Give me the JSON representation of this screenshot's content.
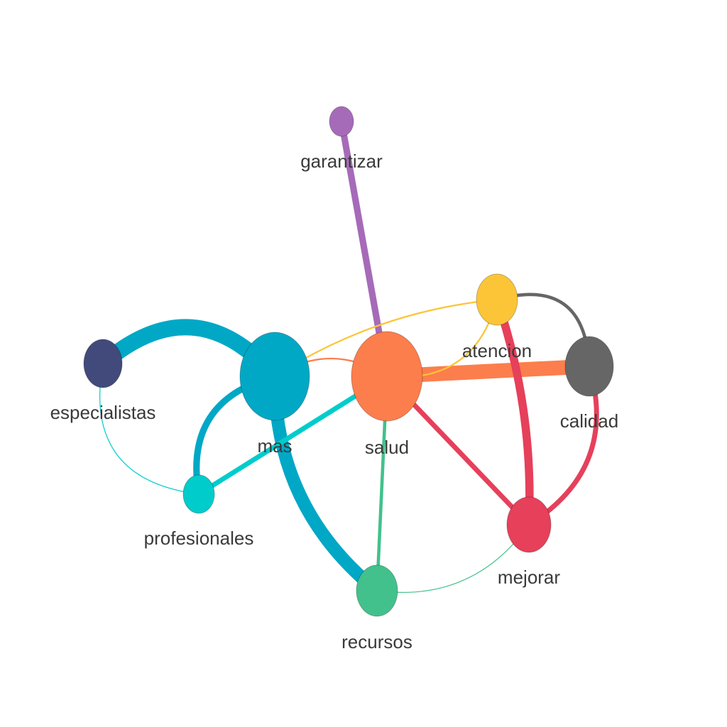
{
  "nodes": [
    {
      "id": "garantizar",
      "label": "garantizar",
      "color": "#a66bb8"
    },
    {
      "id": "atencion",
      "label": "atencion",
      "color": "#fcc537"
    },
    {
      "id": "especialistas",
      "label": "especialistas",
      "color": "#414a7a"
    },
    {
      "id": "mas",
      "label": "mas",
      "color": "#00a8c6"
    },
    {
      "id": "salud",
      "label": "salud",
      "color": "#fc7e4c"
    },
    {
      "id": "calidad",
      "label": "calidad",
      "color": "#666666"
    },
    {
      "id": "profesionales",
      "label": "profesionales",
      "color": "#00cccc"
    },
    {
      "id": "mejorar",
      "label": "mejorar",
      "color": "#e6405b"
    },
    {
      "id": "recursos",
      "label": "recursos",
      "color": "#42c18c"
    }
  ],
  "edges": [
    {
      "source": "especialistas",
      "target": "mas",
      "weight": 10,
      "color": "#00a8c6"
    },
    {
      "source": "mas",
      "target": "recursos",
      "weight": 8,
      "color": "#00a8c6"
    },
    {
      "source": "mas",
      "target": "profesionales",
      "weight": 4,
      "color": "#00a8c6"
    },
    {
      "source": "salud",
      "target": "calidad",
      "weight": 9,
      "color": "#fc7e4c"
    },
    {
      "source": "salud",
      "target": "garantizar",
      "weight": 4,
      "color": "#a66bb8"
    },
    {
      "source": "salud",
      "target": "mejorar",
      "weight": 3,
      "color": "#e6405b"
    },
    {
      "source": "salud",
      "target": "profesionales",
      "weight": 3,
      "color": "#00cccc"
    },
    {
      "source": "salud",
      "target": "recursos",
      "weight": 2,
      "color": "#42c18c"
    },
    {
      "source": "atencion",
      "target": "mejorar",
      "weight": 5,
      "color": "#e6405b"
    },
    {
      "source": "calidad",
      "target": "mejorar",
      "weight": 3,
      "color": "#e6405b"
    },
    {
      "source": "atencion",
      "target": "calidad",
      "weight": 2,
      "color": "#666666"
    },
    {
      "source": "atencion",
      "target": "salud",
      "weight": 1,
      "color": "#fcc537"
    },
    {
      "source": "mas",
      "target": "atencion",
      "weight": 1,
      "color": "#fcc537"
    },
    {
      "source": "mas",
      "target": "salud",
      "weight": 1,
      "color": "#fc7e4c"
    },
    {
      "source": "especialistas",
      "target": "profesionales",
      "weight": 0.5,
      "color": "#00cccc"
    },
    {
      "source": "recursos",
      "target": "mejorar",
      "weight": 0.5,
      "color": "#42c18c"
    }
  ]
}
